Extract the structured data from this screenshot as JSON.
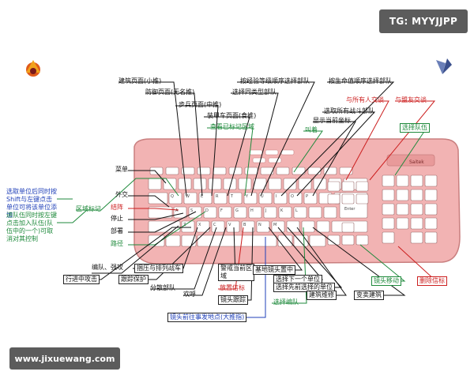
{
  "watermarks": {
    "top": "TG: MYYJJPP",
    "bottom": "www.jixuewang.com"
  },
  "colors": {
    "keyboard_body": "#f2b3b3",
    "keyboard_border": "#c97f7f",
    "key_fill": "#ffffff",
    "black": "#111111",
    "red": "#cc1f1f",
    "green": "#1f8a3c",
    "blue": "#1f3fb8"
  },
  "icons": {
    "left_logo": "flame-crest-icon",
    "right_logo": "blue-wing-icon",
    "keyboard": "keyboard-illustration"
  },
  "keyboard": {
    "brand": "Saitek",
    "row_keys": {
      "row1": [
        "Q",
        "W",
        "E",
        "R",
        "T",
        "Y",
        "U",
        "I",
        "O",
        "P"
      ],
      "row2": [
        "A",
        "S",
        "D",
        "F",
        "G",
        "H",
        "J",
        "K",
        "L"
      ],
      "row3": [
        "Z",
        "X",
        "C",
        "V",
        "B",
        "N",
        "M"
      ]
    },
    "enter_label": "Enter"
  },
  "labels": {
    "build_page_small": "建筑页面(小推)",
    "defense_page_nameless": "防御页面(无名推)",
    "infantry_page_medium": "步兵页面(中推)",
    "armor_page_tank": "装甲车页面(食推)",
    "view_marked_area": "查看已标记区域",
    "select_by_rank": "按经验等级顺序选择部队",
    "select_same_type": "选择同类型部队",
    "select_by_health": "按生命值顺序选择部队",
    "select_all_combat": "选取所有战斗部队",
    "show_coords": "显示当前坐标",
    "command": "叫着",
    "to_all": "与所有人交谈",
    "to_ally": "与盟友交谈",
    "select_team": "选择队伍",
    "menu": "菜单",
    "diplomacy": "外交",
    "area_marker": "区域标记",
    "ctrl_select_help": "选取单位后同时按Shift与左键点击单位可将该单位添加",
    "team_select_help": "进队伍同时按左键点击加入队伍(队伍中的一个)可取消对其控制",
    "defend": "结阵",
    "stop": "停止",
    "deploy": "部署",
    "path": "路径",
    "scatter_force": "编队、强攻",
    "attack_move": "行进中攻击",
    "press_arrange_fire": "捆压与排列战车",
    "follow_protect": "跟踪保护",
    "scatter_units": "分散部队",
    "cheer": "欢呼",
    "guard_area": "警戒当前区域",
    "place_beacon": "放置信标",
    "camera_follow": "镜头跟踪",
    "base_center": "基地镜头置中",
    "select_next": "选择下一个单位",
    "select_prev": "选择先前选择的单位",
    "repair": "建筑维修",
    "sell": "变卖建筑",
    "camera_move": "镜头移动",
    "delete_beacon": "删除信标",
    "select_squad": "选择编队",
    "camera_event": "镜头前往事发地点(大推指)"
  }
}
